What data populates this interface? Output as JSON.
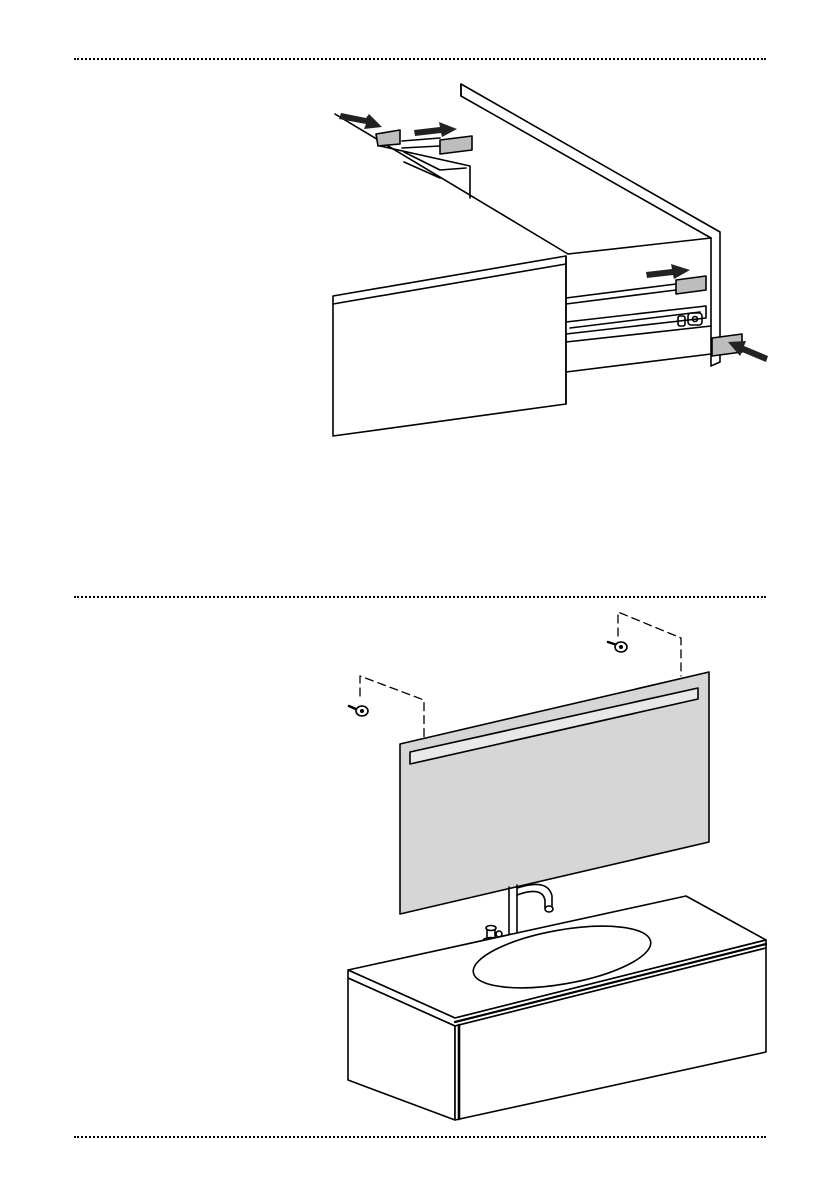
{
  "sections": [
    {
      "id": "drawer-removal",
      "illustration": "drawer-runner-release",
      "text": ""
    },
    {
      "id": "mirror-mounting",
      "illustration": "led-mirror-wall-mount",
      "text": ""
    }
  ],
  "colors": {
    "line": "#000000",
    "arrow": "#222222",
    "clip_fill": "#bdbdbd",
    "mirror_fill": "#d6d6d6",
    "paper": "#ffffff"
  },
  "icons": [
    "push-arrow-icon",
    "screw-icon",
    "led-bar",
    "faucet"
  ]
}
